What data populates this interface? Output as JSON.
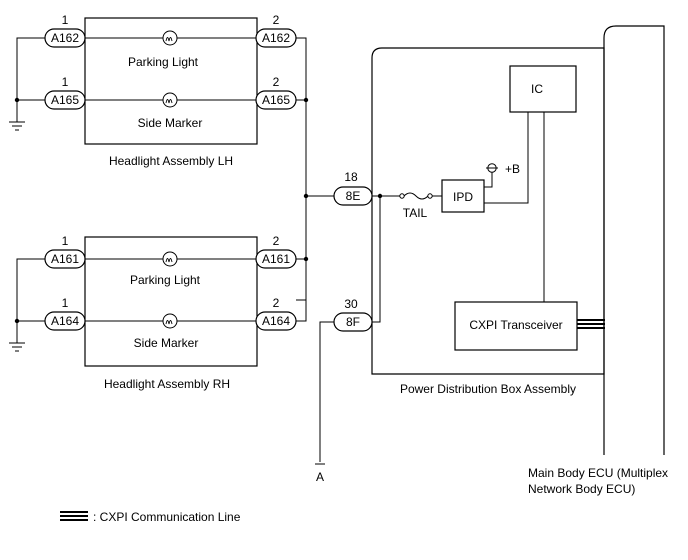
{
  "headlight_lh": {
    "title": "Headlight Assembly LH",
    "parking_label": "Parking Light",
    "side_label": "Side Marker",
    "parking_in": {
      "pin": "1",
      "conn": "A162"
    },
    "parking_out": {
      "pin": "2",
      "conn": "A162"
    },
    "side_in": {
      "pin": "1",
      "conn": "A165"
    },
    "side_out": {
      "pin": "2",
      "conn": "A165"
    }
  },
  "headlight_rh": {
    "title": "Headlight Assembly RH",
    "parking_label": "Parking Light",
    "side_label": "Side Marker",
    "parking_in": {
      "pin": "1",
      "conn": "A161"
    },
    "parking_out": {
      "pin": "2",
      "conn": "A161"
    },
    "side_in": {
      "pin": "1",
      "conn": "A164"
    },
    "side_out": {
      "pin": "2",
      "conn": "A164"
    }
  },
  "pdb": {
    "title": "Power Distribution Box Assembly",
    "conn_tail": {
      "pin": "18",
      "conn": "8E"
    },
    "conn_cxpi": {
      "pin": "30",
      "conn": "8F"
    },
    "fuse_label": "TAIL",
    "ipd_label": "IPD",
    "power_label": "+B",
    "ic_label": "IC",
    "transceiver_label": "CXPI Transceiver"
  },
  "ecu": {
    "title_line1": "Main Body ECU (Multiplex",
    "title_line2": "Network Body ECU)"
  },
  "terminal_a": "A",
  "legend": {
    "label": ": CXPI Communication Line"
  }
}
